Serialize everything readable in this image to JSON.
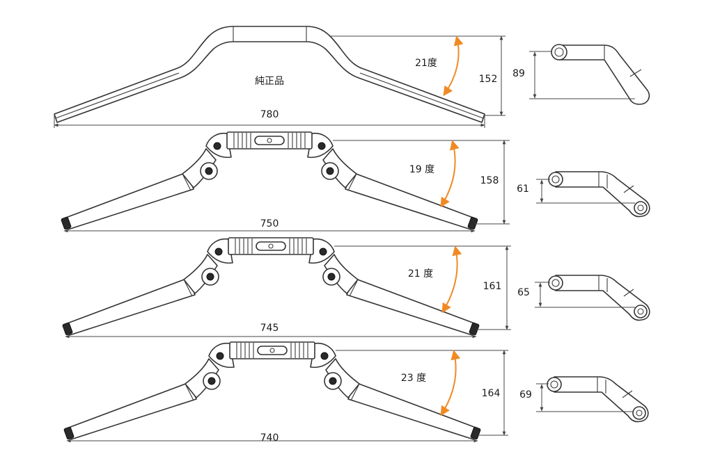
{
  "colors": {
    "accent": "#f08a24",
    "line": "#333333"
  },
  "rows": [
    {
      "variant": "stock",
      "name": "純正品",
      "width": "780",
      "angle": "21度",
      "height": "152",
      "side_height": "89"
    },
    {
      "variant": "clip",
      "name": "",
      "width": "750",
      "angle": "19 度",
      "height": "158",
      "side_height": "61"
    },
    {
      "variant": "clip",
      "name": "",
      "width": "745",
      "angle": "21 度",
      "height": "161",
      "side_height": "65"
    },
    {
      "variant": "clip",
      "name": "",
      "width": "740",
      "angle": "23 度",
      "height": "164",
      "side_height": "69"
    }
  ]
}
